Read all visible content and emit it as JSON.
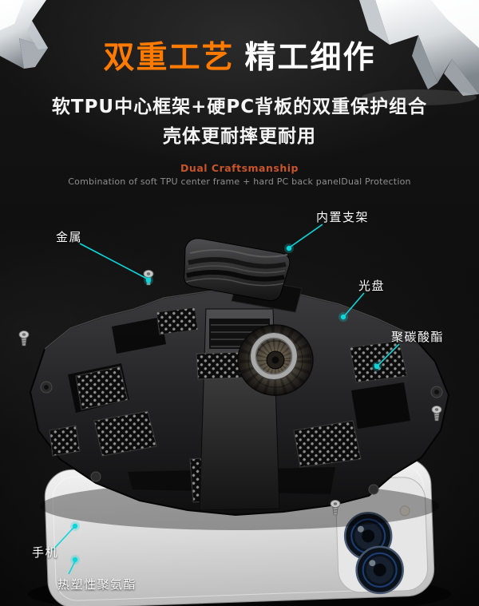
{
  "header": {
    "title_highlight": "双重工艺",
    "title_rest": "精工细作",
    "subtitle_line1": "软TPU中心框架+硬PC背板的双重保护组合",
    "subtitle_line2": "壳体更耐摔更耐用",
    "en_title": "Dual Craftsmanship",
    "en_subtitle": "Combination of soft TPU center frame + hard PC back panelDual Protection"
  },
  "callouts": {
    "metal": "金属",
    "bracket": "内置支架",
    "disc": "光盘",
    "polycarbonate": "聚碳酸酯",
    "phone": "手机",
    "tpu": "热塑性聚氨酯"
  },
  "colors": {
    "accent_orange": "#ff7a00",
    "en_title_orange": "#c8542a",
    "callout_cyan": "#0bd6da",
    "text_white": "#ffffff",
    "text_gray": "#8f8f8f",
    "background": "#0a0a0a"
  }
}
